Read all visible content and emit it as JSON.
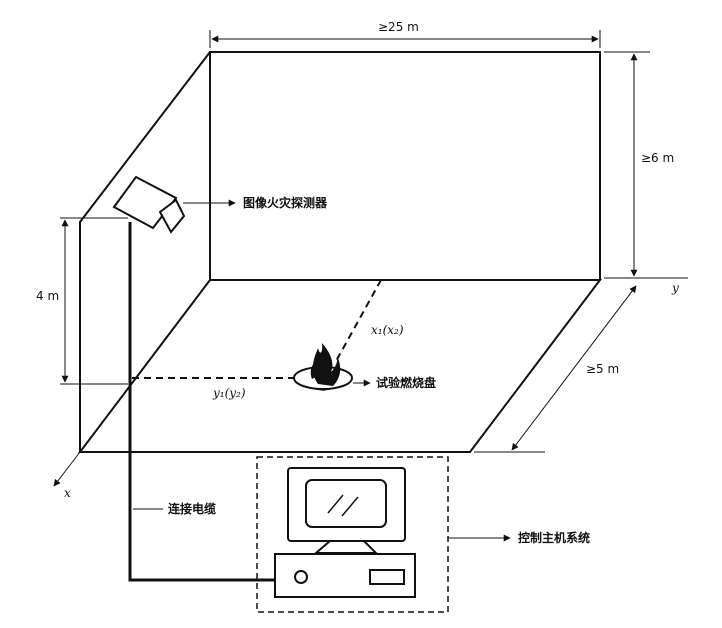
{
  "labels": {
    "width": "≥25 m",
    "height": "≥6 m",
    "depth": "≥5 m",
    "mount_height": "4 m",
    "axis_x": "x",
    "axis_y": "y",
    "detector": "图像火灾探测器",
    "tray": "试验燃烧盘",
    "cable": "连接电缆",
    "control": "控制主机系统",
    "pos_x": "x₁(x₂)",
    "pos_y": "y₁(y₂)"
  },
  "colors": {
    "line": "#111111",
    "background": "#ffffff"
  },
  "icons": [
    "camera-icon",
    "flame-icon",
    "monitor-icon",
    "computer-case-icon"
  ]
}
